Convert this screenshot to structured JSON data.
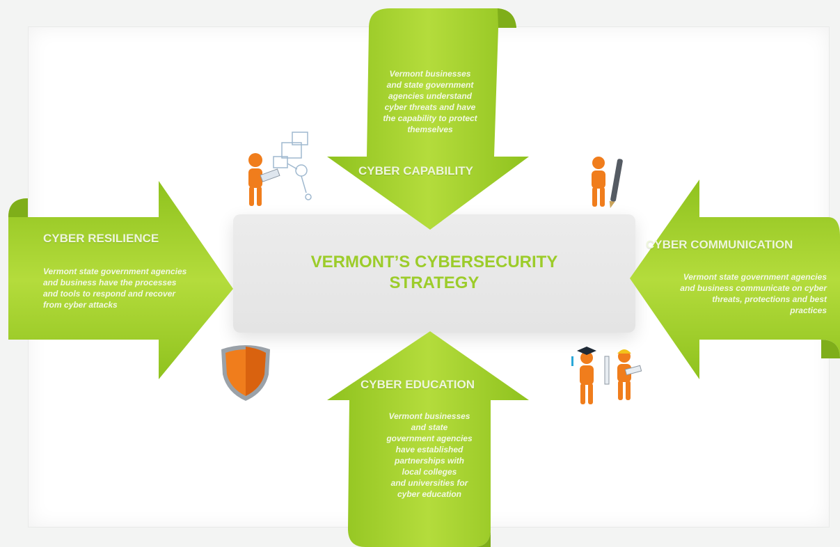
{
  "center": {
    "title": "VERMONT’S CYBERSECURITY\nSTRATEGY"
  },
  "capability": {
    "label": "CYBER CAPABILITY",
    "text": "Vermont businesses\nand state government\nagencies understand\ncyber threats and have\nthe capability to protect\nthemselves"
  },
  "resilience": {
    "label": "CYBER RESILIENCE",
    "text": "Vermont state government agencies\nand business have the processes\nand tools to respond and recover\nfrom cyber attacks"
  },
  "communication": {
    "label": "CYBER COMMUNICATION",
    "text": "Vermont state government agencies\nand business communicate on cyber\nthreats, protections and best\npractices"
  },
  "education": {
    "label": "CYBER EDUCATION",
    "text": "Vermont businesses\nand state\ngovernment agencies\nhave established\npartnerships with\nlocal colleges\nand universities for\ncyber education"
  },
  "colors": {
    "arrow_green": "#a6d12e",
    "arrow_dark": "#7fae1a",
    "title_green": "#9ccc2a",
    "figure_orange": "#f07d1c"
  },
  "icons": [
    "person-tablet-icon",
    "person-pen-icon",
    "shield-icon",
    "graduate-workers-icon"
  ]
}
